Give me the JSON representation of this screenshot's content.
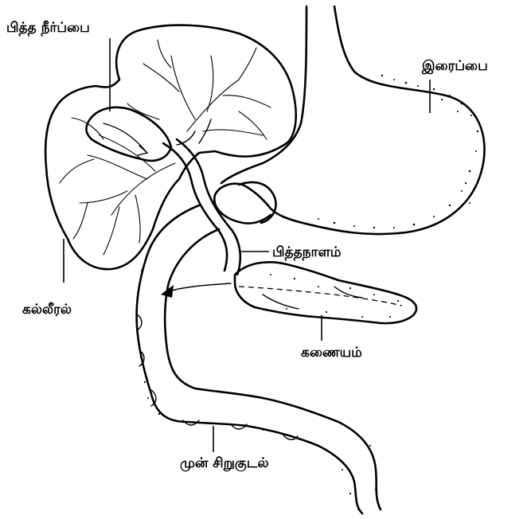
{
  "labels": {
    "gallbladder": "பித்த நீர்ப்பை",
    "stomach": "இரைப்பை",
    "bile_duct": "பித்தநாளம்",
    "liver": "கல்லீரல்",
    "pancreas": "கணையம்",
    "duodenum": "முன் சிறுகுடல்"
  },
  "colors": {
    "ink": "#000000",
    "paper": "#ffffff"
  }
}
